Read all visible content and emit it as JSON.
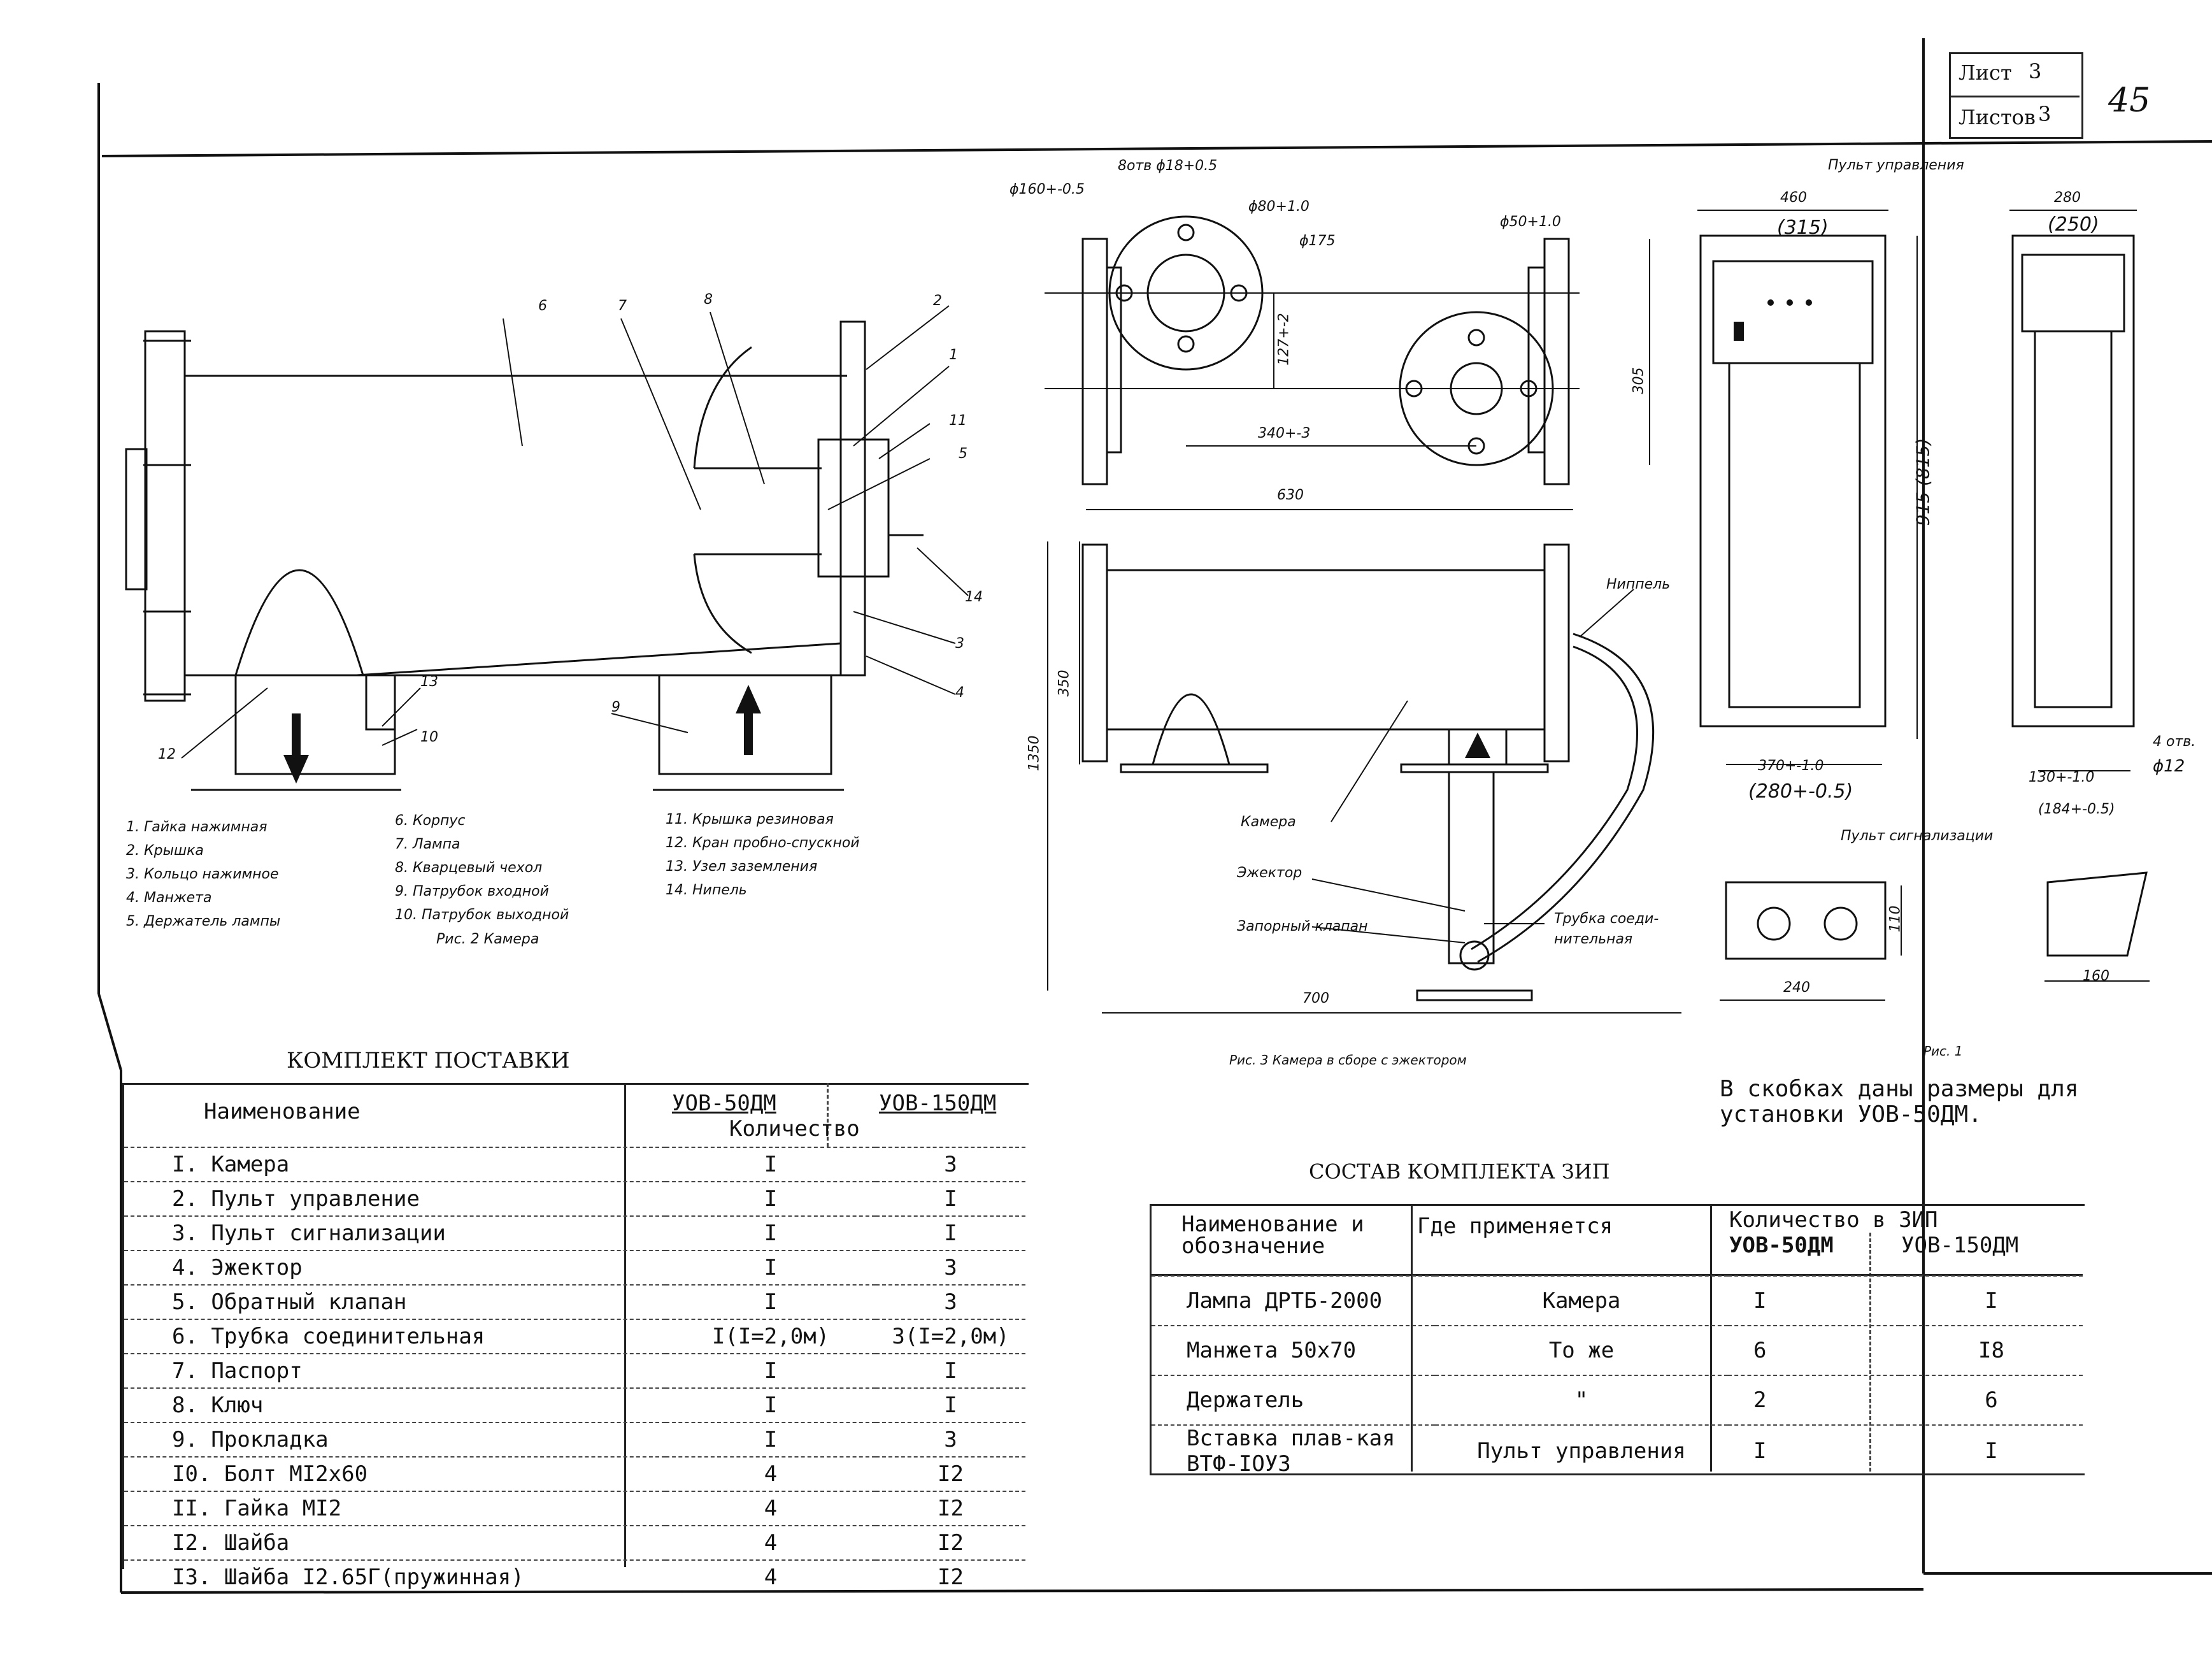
{
  "sheet": {
    "sheet_label": "Лист",
    "sheet_no": "3",
    "sheets_label": "Листов",
    "sheets_no": "3",
    "page_no": "45"
  },
  "fig2": {
    "caption": "Рис. 2 Камера",
    "callouts": [
      "6",
      "7",
      "8",
      "2",
      "1",
      "11",
      "5",
      "14",
      "3",
      "4",
      "13",
      "10",
      "9",
      "12"
    ],
    "legend_col1": [
      "1. Гайка нажимная",
      "2. Крышка",
      "3. Кольцо нажимное",
      "4. Манжета",
      "5. Держатель лампы"
    ],
    "legend_col2": [
      "6. Корпус",
      "7. Лампа",
      "8. Кварцевый чехол",
      "9. Патрубок входной",
      "10. Патрубок выходной"
    ],
    "legend_col3": [
      "11. Крышка резиновая",
      "12. Кран пробно-спускной",
      "13. Узел заземления",
      "14. Нипель"
    ]
  },
  "top_view": {
    "dims": [
      "8отв ϕ18+0.5",
      "ϕ160+-0.5",
      "ϕ80+1.0",
      "ϕ175",
      "ϕ50+1.0",
      "127+-2",
      "340+-3",
      "305",
      "630"
    ]
  },
  "fig3": {
    "caption": "Рис. 3 Камера в сборе с эжектором",
    "labels": [
      "Ниппель",
      "Камера",
      "Эжектор",
      "Запорный клапан",
      "Трубка соеди-",
      "нительная"
    ],
    "dims": [
      "350",
      "1350",
      "700"
    ]
  },
  "fig1": {
    "caption": "Рис. 1",
    "control_label": "Пульт управления",
    "signal_label": "Пульт сигнализации",
    "dims": [
      "460",
      "(315)",
      "280",
      "(250)",
      "915 (815)",
      "370+-1.0",
      "(280+-0.5)",
      "130+-1.0",
      "(184+-0.5)",
      "4 отв.",
      "ϕ12",
      "110",
      "240",
      "160"
    ]
  },
  "note": {
    "line1": "В скобках даны размеры для",
    "line2": "установки УОВ-50ДМ."
  },
  "delivery": {
    "title": "КОМПЛЕКТ ПОСТАВКИ",
    "col_name": "Наименование",
    "col_a": "УОВ-50ДМ",
    "col_b": "УОВ-150ДМ",
    "col_qty": "Количество",
    "rows": [
      {
        "name": "I. Камера",
        "a": "I",
        "b": "3"
      },
      {
        "name": "2. Пульт управление",
        "a": "I",
        "b": "I"
      },
      {
        "name": "3. Пульт сигнализации",
        "a": "I",
        "b": "I"
      },
      {
        "name": "4. Эжектор",
        "a": "I",
        "b": "3"
      },
      {
        "name": "5. Обратный клапан",
        "a": "I",
        "b": "3"
      },
      {
        "name": "6. Трубка соединительная",
        "a": "I(I=2,0м)",
        "b": "3(I=2,0м)"
      },
      {
        "name": "7. Паспорт",
        "a": "I",
        "b": "I"
      },
      {
        "name": "8. Ключ",
        "a": "I",
        "b": "I"
      },
      {
        "name": "9. Прокладка",
        "a": "I",
        "b": "3"
      },
      {
        "name": "I0. Болт MI2x60",
        "a": "4",
        "b": "I2"
      },
      {
        "name": "II. Гайка MI2",
        "a": "4",
        "b": "I2"
      },
      {
        "name": "I2. Шайба",
        "a": "4",
        "b": "I2"
      },
      {
        "name": "I3. Шайба I2.65Г(пружинная)",
        "a": "4",
        "b": "I2"
      }
    ]
  },
  "zip": {
    "title": "СОСТАВ КОМПЛЕКТА ЗИП",
    "col_name": "Наименование и обозначение",
    "col_where": "Где применяется",
    "col_qty": "Количество в ЗИП",
    "col_a": "УОВ-50ДМ",
    "col_b": "УОВ-150ДМ",
    "rows": [
      {
        "name": "Лампа ДРТБ-2000",
        "where": "Камера",
        "a": "I",
        "b": "I"
      },
      {
        "name": "Манжета 50x70",
        "where": "То же",
        "a": "6",
        "b": "I8"
      },
      {
        "name": "Держатель",
        "where": "\"",
        "a": "2",
        "b": "6"
      },
      {
        "name": "Вставка плав-кая ВТФ-IОУЗ",
        "where": "Пульт управления",
        "a": "I",
        "b": "I"
      }
    ]
  }
}
